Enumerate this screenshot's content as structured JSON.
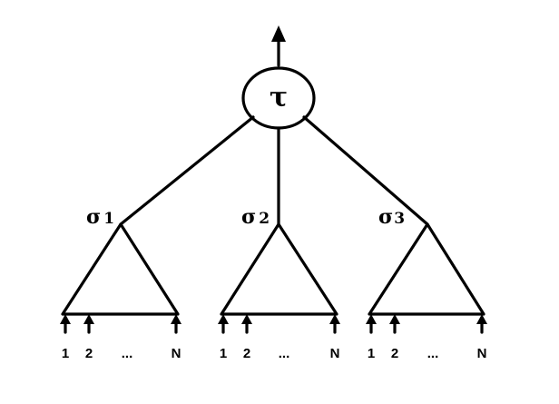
{
  "root": {
    "label": "τ"
  },
  "subtrees": [
    {
      "label": "σ",
      "subscript": "1",
      "inputs": [
        "1",
        "2",
        "...",
        "N"
      ]
    },
    {
      "label": "σ",
      "subscript": "2",
      "inputs": [
        "1",
        "2",
        "...",
        "N"
      ]
    },
    {
      "label": "σ",
      "subscript": "3",
      "inputs": [
        "1",
        "2",
        "...",
        "N"
      ]
    }
  ],
  "colors": {
    "stroke": "#000000",
    "background": "#ffffff"
  }
}
